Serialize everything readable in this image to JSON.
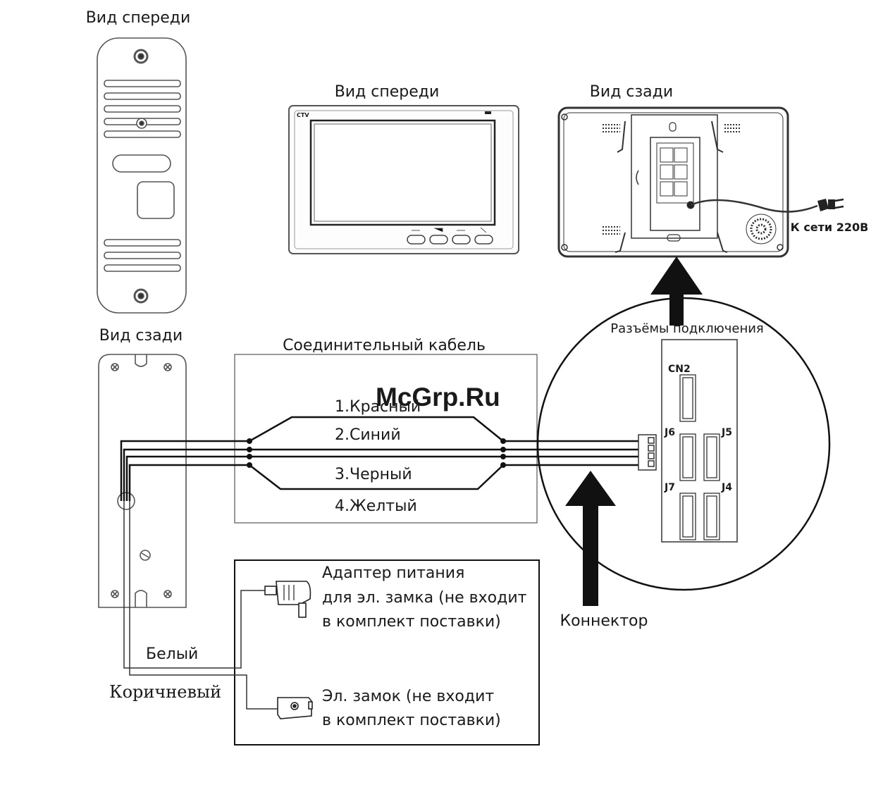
{
  "panel_front": {
    "title": "Вид спереди"
  },
  "panel_back": {
    "title": "Вид сзади"
  },
  "monitor_front": {
    "title": "Вид спереди",
    "brand": "CTV"
  },
  "monitor_back": {
    "title": "Вид сзади",
    "power_label": "К сети 220В"
  },
  "cable": {
    "title": "Соединительный кабель",
    "wires": [
      "1.Красный",
      "2.Синий",
      "3.Черный",
      "4.Желтый"
    ]
  },
  "connectors": {
    "title": "Разъёмы подключения",
    "labels": [
      "CN2",
      "J6",
      "J5",
      "J7",
      "J4"
    ],
    "pointer_label": "Коннектор"
  },
  "lock": {
    "adapter_text": [
      "Адаптер питания",
      "для эл. замка (не входит",
      "в комплект поставки)"
    ],
    "lock_text": [
      "Эл. замок (не входит",
      "в комплект поставки)"
    ],
    "white_wire": "Белый",
    "brown_wire": "Коричневый"
  },
  "watermark": "McGrp.Ru",
  "colors": {
    "line": "#1a1a1a",
    "watermark": "#c0001a",
    "panel_stroke": "#555555"
  }
}
